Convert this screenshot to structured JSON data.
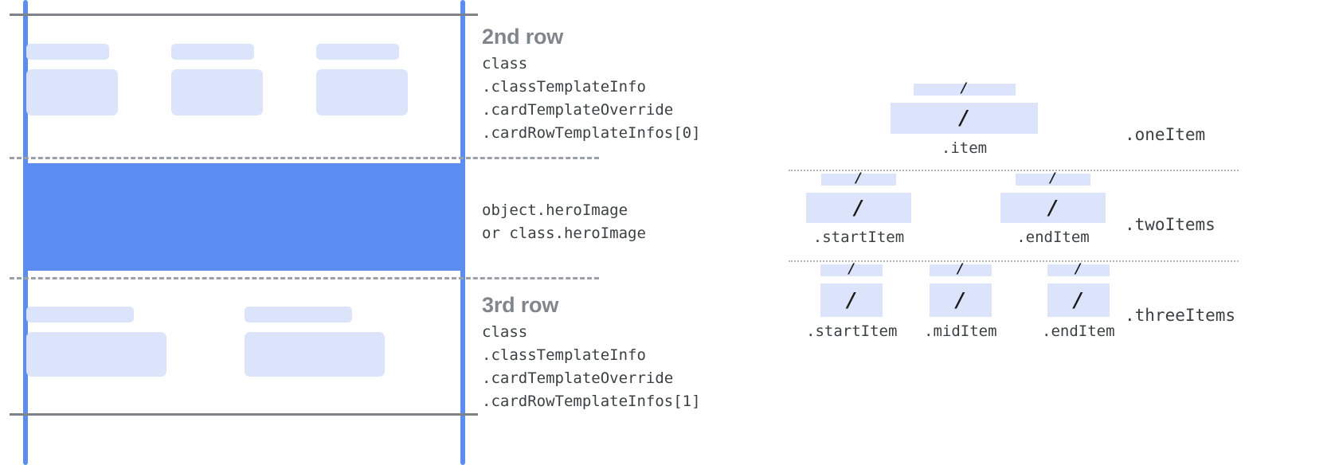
{
  "card_diagram": {
    "rows": [
      {
        "id": "second-row",
        "title": "2nd row",
        "code_lines": [
          "class",
          ".classTemplateInfo",
          ".cardTemplateOverride",
          ".cardRowTemplateInfos[0]"
        ],
        "field_count": 3
      },
      {
        "id": "hero-row",
        "title": "",
        "code_lines": [
          "object.heroImage",
          "or class.heroImage"
        ]
      },
      {
        "id": "third-row",
        "title": "3rd row",
        "code_lines": [
          "class",
          ".classTemplateInfo",
          ".cardTemplateOverride",
          ".cardRowTemplateInfos[1]"
        ],
        "field_count": 2
      }
    ]
  },
  "items_diagram": {
    "slash_glyph": "/",
    "groups": [
      {
        "variant": ".oneItem",
        "slots": [
          {
            "label": ".item"
          }
        ]
      },
      {
        "variant": ".twoItems",
        "slots": [
          {
            "label": ".startItem"
          },
          {
            "label": ".endItem"
          }
        ]
      },
      {
        "variant": ".threeItems",
        "slots": [
          {
            "label": ".startItem"
          },
          {
            "label": ".midItem"
          },
          {
            "label": ".endItem"
          }
        ]
      }
    ]
  },
  "colors": {
    "accent_blue": "#5b8df0",
    "light_blue": "#dbe4fa",
    "rule_grey": "#7e8287",
    "dash_grey": "#9aa0a6",
    "title_grey": "#80868b",
    "code_text": "#3c4043"
  }
}
